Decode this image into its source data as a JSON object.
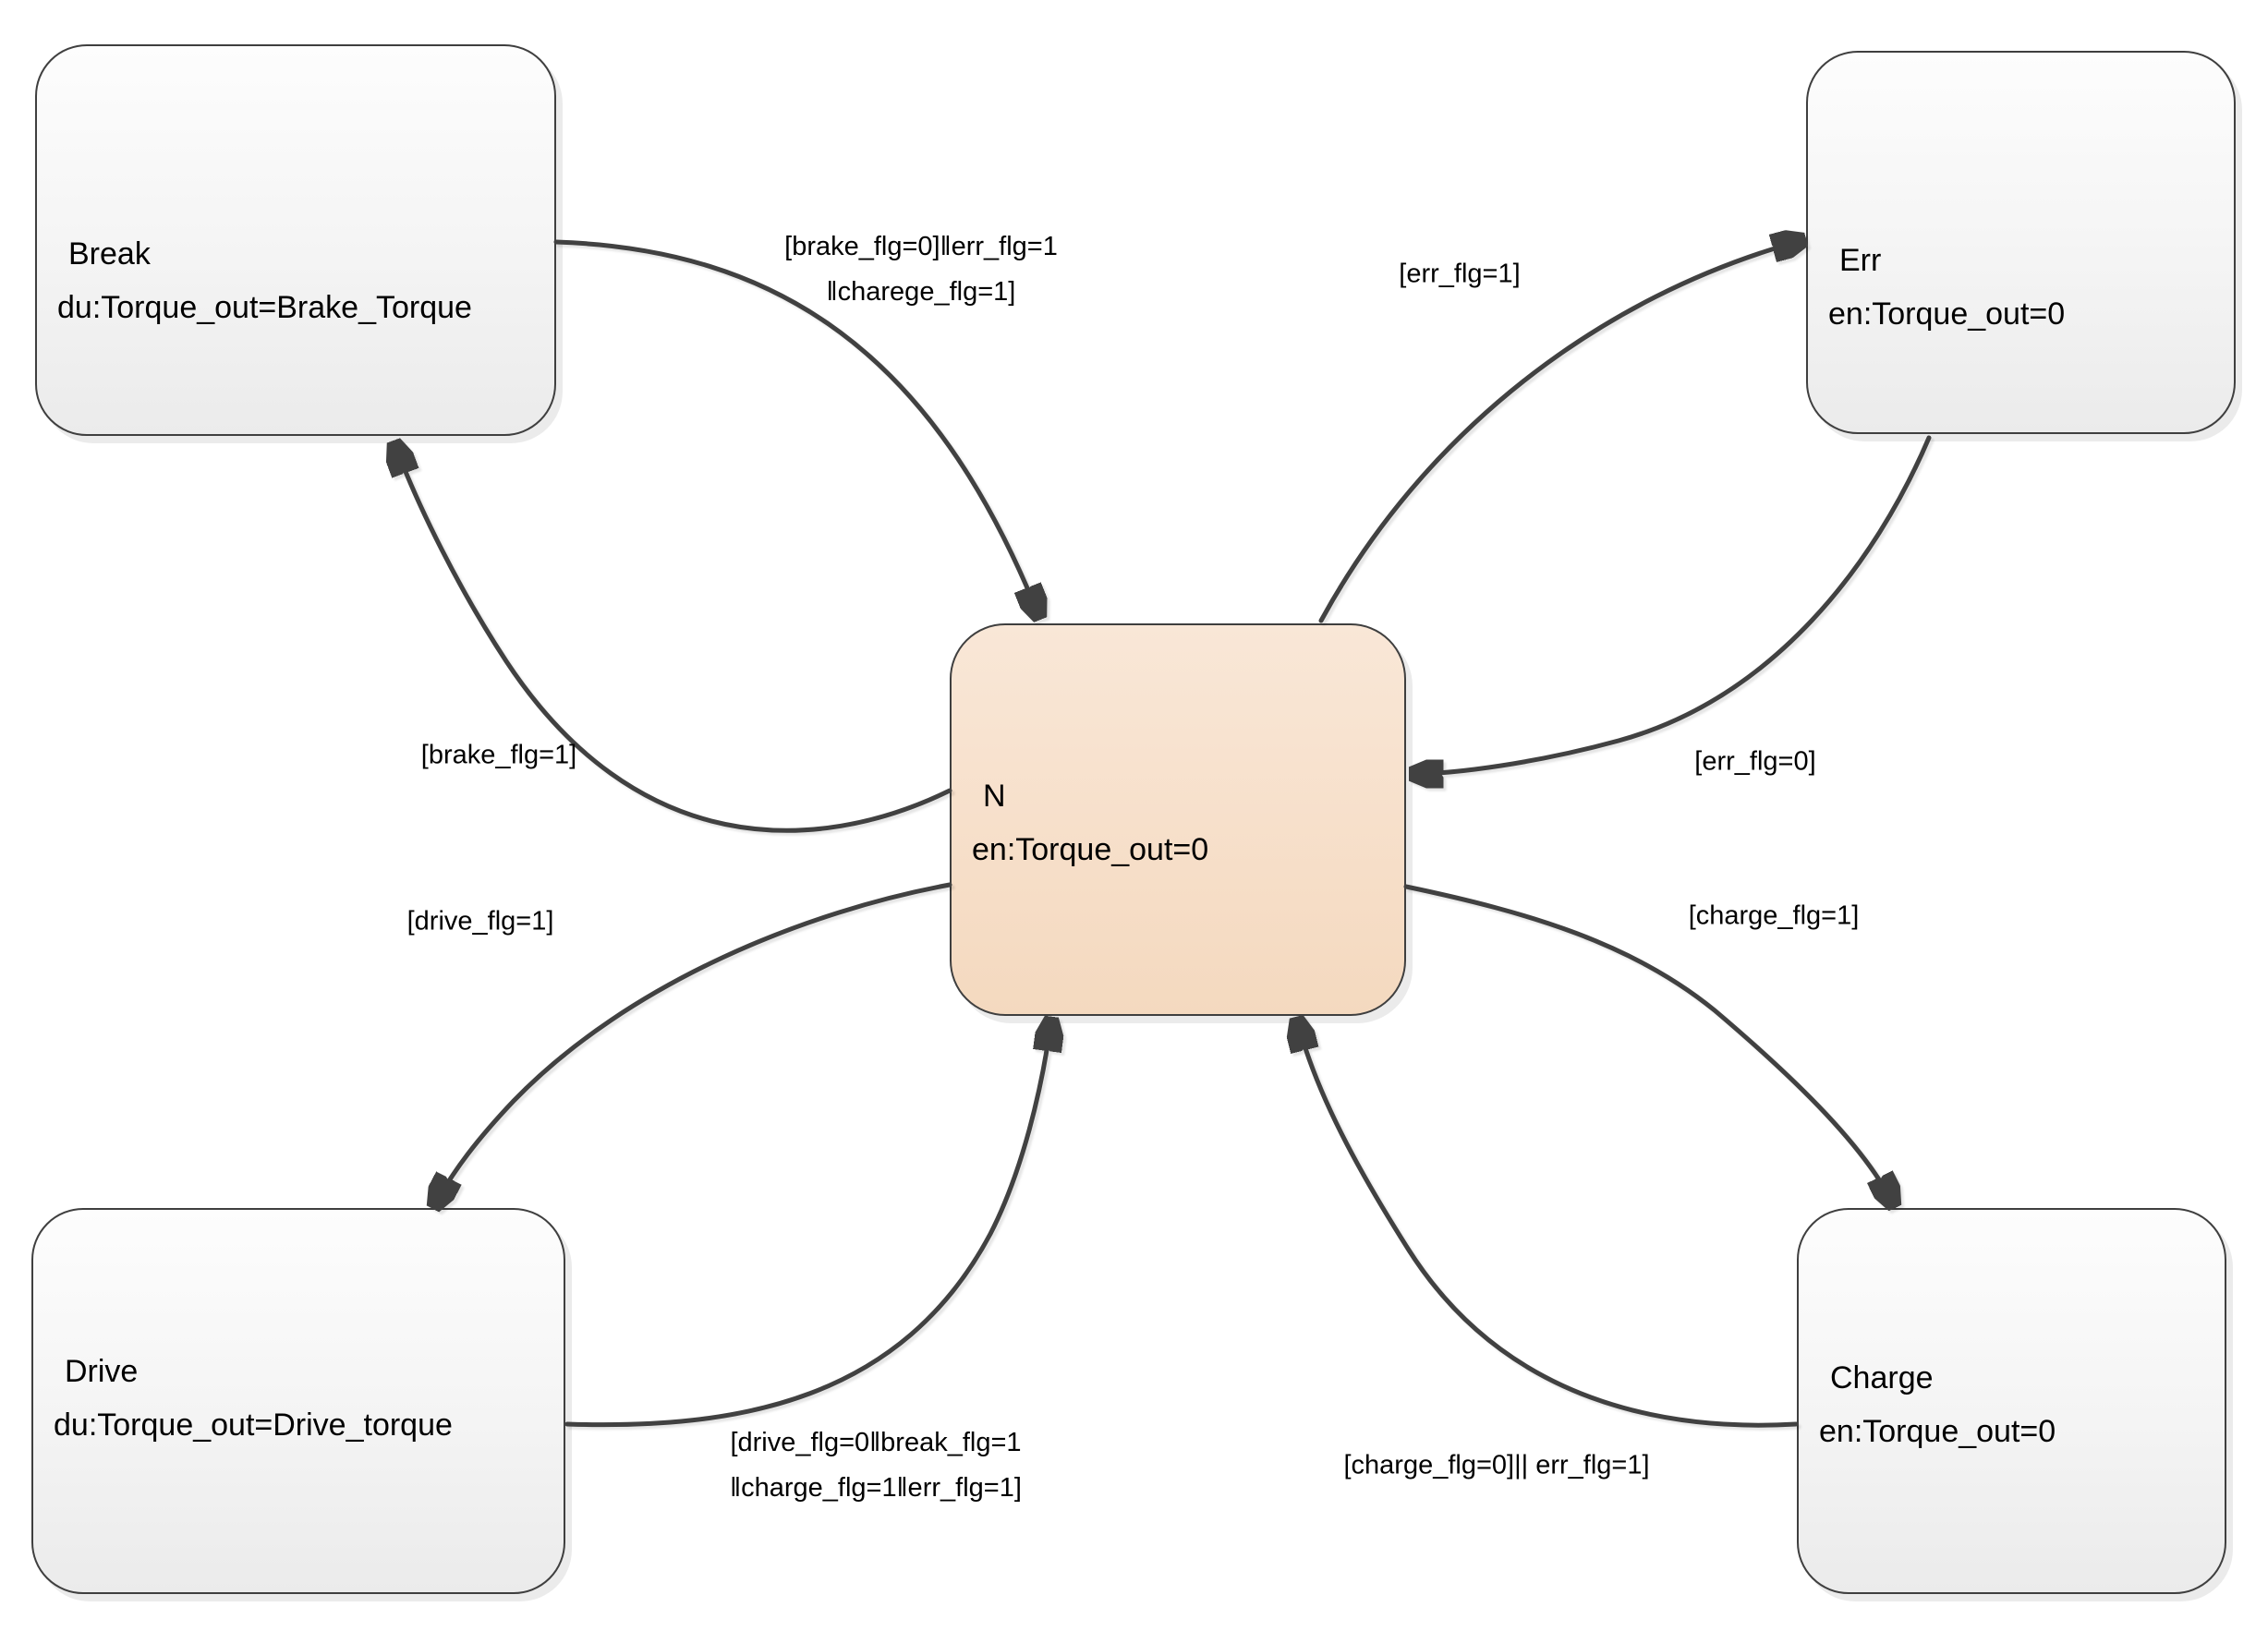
{
  "states": {
    "break": {
      "name": "Break",
      "action": "du:Torque_out=Brake_Torque"
    },
    "err": {
      "name": "Err",
      "action": "en:Torque_out=0"
    },
    "n": {
      "name": "N",
      "action": "en:Torque_out=0"
    },
    "drive": {
      "name": "Drive",
      "action": "du:Torque_out=Drive_torque"
    },
    "charge": {
      "name": "Charge",
      "action": "en:Torque_out=0"
    }
  },
  "transitions": {
    "break_to_n": {
      "from": "Break",
      "to": "N",
      "label_line1": "[brake_flg=0]‖err_flg=1",
      "label_line2": "‖charege_flg=1]"
    },
    "n_to_break": {
      "from": "N",
      "to": "Break",
      "label": "[brake_flg=1]"
    },
    "n_to_err": {
      "from": "N",
      "to": "Err",
      "label": "[err_flg=1]"
    },
    "err_to_n": {
      "from": "Err",
      "to": "N",
      "label": "[err_flg=0]"
    },
    "n_to_drive": {
      "from": "N",
      "to": "Drive",
      "label": "[drive_flg=1]"
    },
    "drive_to_n": {
      "from": "Drive",
      "to": "N",
      "label_line1": "[drive_flg=0‖break_flg=1",
      "label_line2": "‖charge_flg=1‖err_flg=1]"
    },
    "n_to_charge": {
      "from": "N",
      "to": "Charge",
      "label": "[charge_flg=1]"
    },
    "charge_to_n": {
      "from": "Charge",
      "to": "N",
      "label": "[charge_flg=0]|| err_flg=1]"
    }
  },
  "colors": {
    "state_fill_top": "#fdfdfd",
    "state_fill_bottom": "#ebebeb",
    "n_state_fill_top": "#f9e7d7",
    "n_state_fill_bottom": "#f4d9bf",
    "state_border": "#3f3f3f",
    "transition_line": "#414141",
    "label_text": "#000000",
    "background": "#ffffff"
  }
}
